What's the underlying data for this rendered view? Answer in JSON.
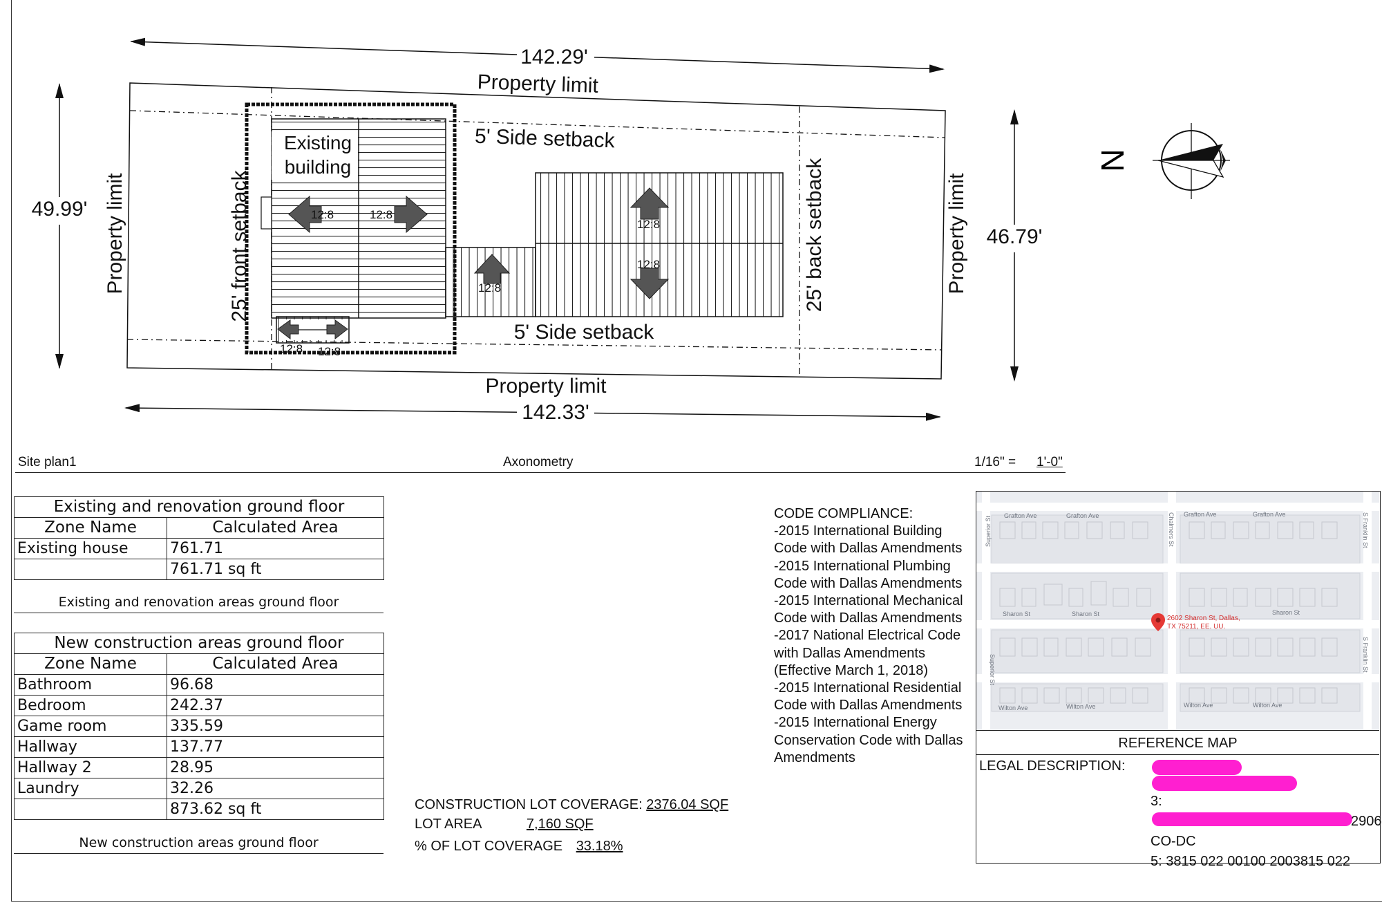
{
  "site_plan": {
    "dim_top": "142.29'",
    "dim_bottom": "142.33'",
    "dim_left": "49.99'",
    "dim_right": "46.79'",
    "property_limit_top": "Property limit",
    "property_limit_bottom": "Property limit",
    "property_limit_left": "Property limit",
    "property_limit_right": "Property limit",
    "side_setback_top": "5' Side setback",
    "side_setback_bottom": "5' Side setback",
    "front_setback": "25' front setback",
    "back_setback": "25' back setback",
    "existing_building_l1": "Existing",
    "existing_building_l2": "building",
    "pitch": "12:8",
    "north": "N"
  },
  "title_bar": {
    "left": "Site plan1",
    "center": "Axonometry",
    "scale_a": "1/16\" =",
    "scale_b": "1'-0\""
  },
  "existing_table": {
    "title": "Existing and renovation ground floor",
    "headers": [
      "Zone Name",
      "Calculated Area"
    ],
    "rows": [
      [
        "Existing house",
        "761.71"
      ]
    ],
    "total": "761.71 sq ft",
    "caption": "Existing and renovation areas ground floor"
  },
  "new_table": {
    "title": "New construction areas ground floor",
    "headers": [
      "Zone Name",
      "Calculated Area"
    ],
    "rows": [
      [
        "Bathroom",
        "96.68"
      ],
      [
        "Bedroom",
        "242.37"
      ],
      [
        "Game room",
        "335.59"
      ],
      [
        "Hallway",
        "137.77"
      ],
      [
        "Hallway 2",
        "28.95"
      ],
      [
        "Laundry",
        "32.26"
      ]
    ],
    "total": "873.62 sq ft",
    "caption": "New construction areas ground floor"
  },
  "coverage": {
    "construction_label": "CONSTRUCTION LOT COVERAGE:",
    "construction_value": "2376.04 SQF",
    "lot_label": "LOT AREA",
    "lot_value": "7,160 SQF",
    "percent_label": "% OF LOT COVERAGE",
    "percent_value": "33.18%"
  },
  "code_compliance": {
    "title": "CODE COMPLIANCE:",
    "items": [
      "-2015 International Building Code with Dallas Amendments",
      "-2015 International Plumbing Code with Dallas Amendments",
      "-2015 International Mechanical Code with Dallas Amendments",
      "-2017 National Electrical Code with Dallas Amendments (Effective March 1, 2018)",
      "-2015 International Residential Code with Dallas Amendments",
      "-2015 International Energy Conservation Code with Dallas Amendments"
    ]
  },
  "reference": {
    "map_title": "REFERENCE MAP",
    "pin_address_l1": "2602 Sharon St, Dallas,",
    "pin_address_l2": "TX 75211, EE. UU.",
    "streets": {
      "grafton": "Grafton Ave",
      "sharon": "Sharon St",
      "wilton": "Wilton Ave",
      "superior": "Superior St",
      "chalmers": "Chalmers St",
      "franklin": "S Franklin St"
    },
    "legal_label": "LEGAL DESCRIPTION:",
    "legal_line_3": "3:",
    "legal_line_4_tail": "2906",
    "legal_line_5": "CO-DC",
    "legal_line_6": "5: 3815 022 00100 2003815 022"
  },
  "colors": {
    "line": "#111111",
    "arrow_fill": "#4a4a4a",
    "redaction": "#ff1fd0",
    "map_pin": "#e53935"
  }
}
